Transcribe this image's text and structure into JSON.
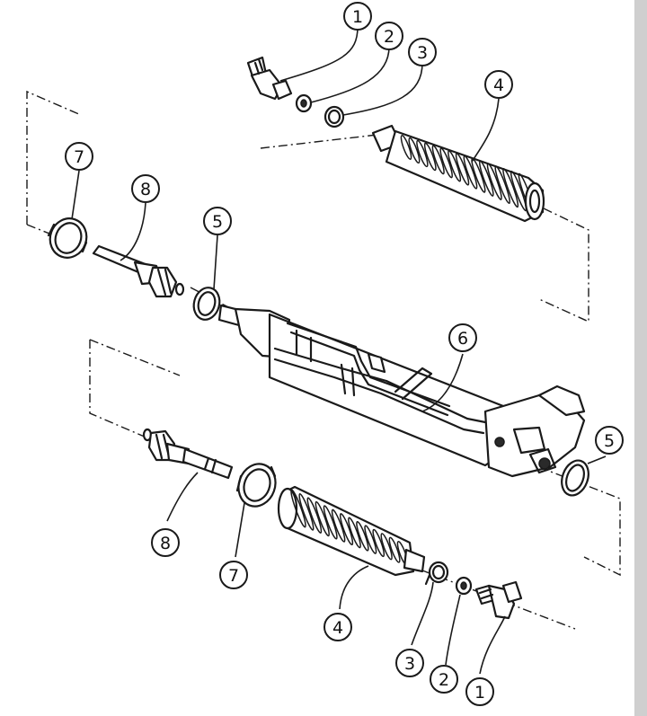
{
  "diagram": {
    "callouts": [
      {
        "id": "c1-top",
        "label": "1"
      },
      {
        "id": "c2-top",
        "label": "2"
      },
      {
        "id": "c3-top",
        "label": "3"
      },
      {
        "id": "c4-top",
        "label": "4"
      },
      {
        "id": "c7-top",
        "label": "7"
      },
      {
        "id": "c8-top",
        "label": "8"
      },
      {
        "id": "c5-top",
        "label": "5"
      },
      {
        "id": "c6",
        "label": "6"
      },
      {
        "id": "c5-right",
        "label": "5"
      },
      {
        "id": "c8-bottom",
        "label": "8"
      },
      {
        "id": "c7-bottom",
        "label": "7"
      },
      {
        "id": "c4-bottom",
        "label": "4"
      },
      {
        "id": "c3-bottom",
        "label": "3"
      },
      {
        "id": "c2-bottom",
        "label": "2"
      },
      {
        "id": "c1-bottom",
        "label": "1"
      }
    ]
  }
}
